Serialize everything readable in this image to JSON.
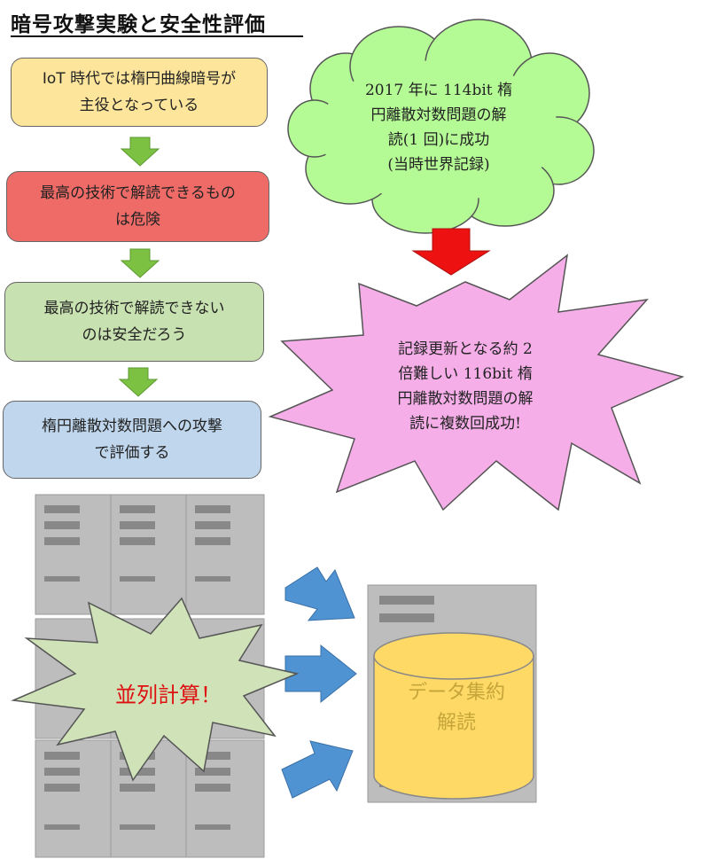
{
  "title": "暗号攻撃実験と安全性評価",
  "flow": [
    {
      "lines": [
        "IoT 時代では楕円曲線暗号が",
        "主役となっている"
      ],
      "color": "#fde69c"
    },
    {
      "lines": [
        "最高の技術で解読できるもの",
        "は危険"
      ],
      "color": "#ef6b67"
    },
    {
      "lines": [
        "最高の技術で解読できない",
        "のは安全だろう"
      ],
      "color": "#c8e1b1"
    },
    {
      "lines": [
        "楕円離散対数問題への攻撃",
        "で評価する"
      ],
      "color": "#bfd6ed"
    }
  ],
  "cloud": {
    "lines": [
      "2017 年に 114bit 楕",
      "円離散対数問題の解",
      "読(1 回)に成功",
      "(当時世界記録)"
    ],
    "color": "#b4fb95"
  },
  "burst": {
    "lines": [
      "記録更新となる約 2",
      "倍難しい 116bit 楕",
      "円離散対数問題の解",
      "読に複数回成功!"
    ],
    "color": "#f5aee8"
  },
  "parallel_label": "並列計算！",
  "cylinder": {
    "lines": [
      "データ集約",
      "解読"
    ],
    "color": "#fed966"
  },
  "colors": {
    "arrow_green": "#7cc142",
    "arrow_red": "#ee1111",
    "arrow_blue": "#4f93d2",
    "server": "#888888"
  }
}
